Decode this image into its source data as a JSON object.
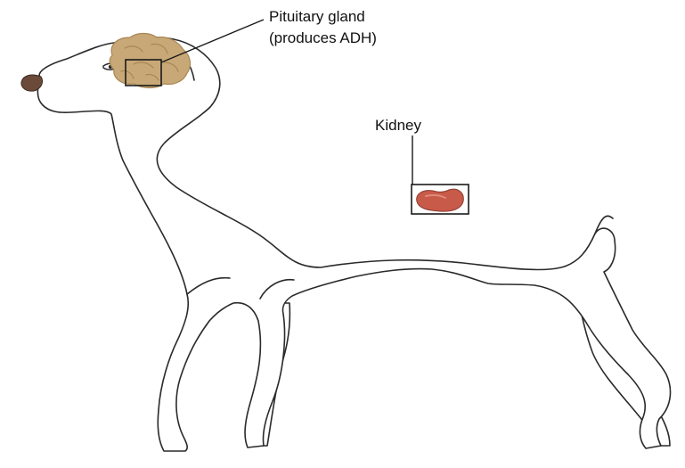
{
  "labels": {
    "pituitary_line1": "Pituitary gland",
    "pituitary_line2": "(produces ADH)",
    "kidney": "Kidney"
  },
  "colors": {
    "brain": "#c8a877",
    "brain_shadow": "#a88755",
    "kidney": "#c85a4a",
    "kidney_highlight": "#e08a7a",
    "nose": "#6b4a3a",
    "outline": "#2a2a2a"
  }
}
